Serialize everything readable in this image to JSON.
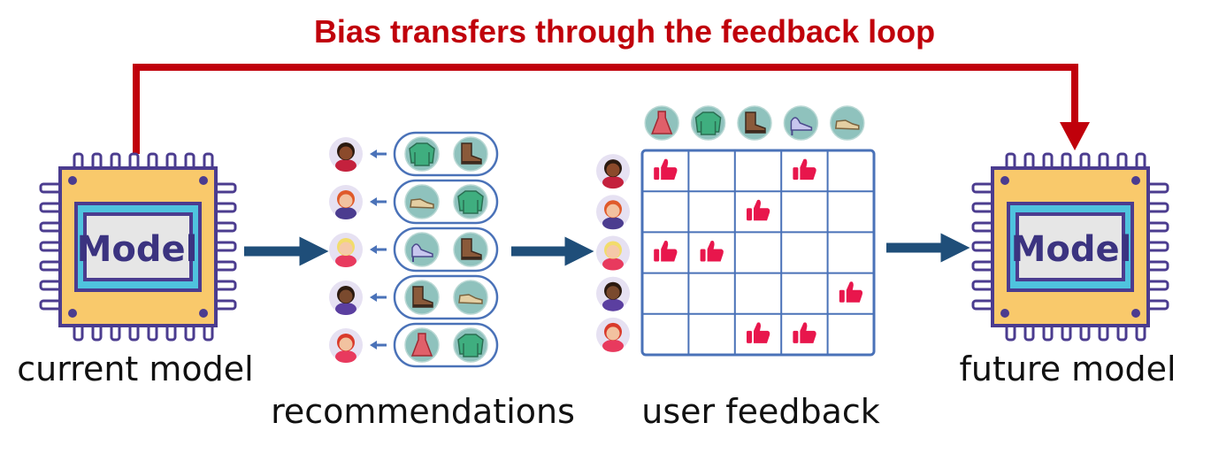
{
  "title": "Bias transfers through the feedback loop",
  "current_model": {
    "chip_label": "Model",
    "caption": "current model"
  },
  "future_model": {
    "chip_label": "Model",
    "caption": "future model"
  },
  "recommendations": {
    "caption": "recommendations",
    "rows": [
      {
        "user": "user-1",
        "items": [
          "sweater",
          "boot"
        ]
      },
      {
        "user": "user-2",
        "items": [
          "shoe",
          "sweater"
        ]
      },
      {
        "user": "user-3",
        "items": [
          "high-heel",
          "boot"
        ]
      },
      {
        "user": "user-4",
        "items": [
          "boot",
          "shoe"
        ]
      },
      {
        "user": "user-5",
        "items": [
          "dress",
          "sweater"
        ]
      }
    ]
  },
  "user_feedback": {
    "caption": "user feedback",
    "columns": [
      "dress",
      "sweater",
      "boot",
      "high-heel",
      "shoe"
    ],
    "users": [
      "user-1",
      "user-2",
      "user-3",
      "user-4",
      "user-5"
    ],
    "likes": [
      [
        1,
        0,
        0,
        1,
        0
      ],
      [
        0,
        0,
        1,
        0,
        0
      ],
      [
        1,
        1,
        0,
        0,
        0
      ],
      [
        0,
        0,
        0,
        0,
        1
      ],
      [
        0,
        0,
        1,
        1,
        0
      ]
    ],
    "like_icon": "thumbs-up-icon"
  },
  "colors": {
    "loop_arrow": "#c0000b",
    "flow_arrow": "#1f4e79",
    "grid": "#4a72b8",
    "chip_body": "#f9c96b",
    "chip_pins": "#4b3c8f",
    "chip_inner": "#4fc3de",
    "chip_label_bg": "#e6e6e6",
    "item_circle": "#8fc2bd",
    "thumb": "#e8164c"
  }
}
